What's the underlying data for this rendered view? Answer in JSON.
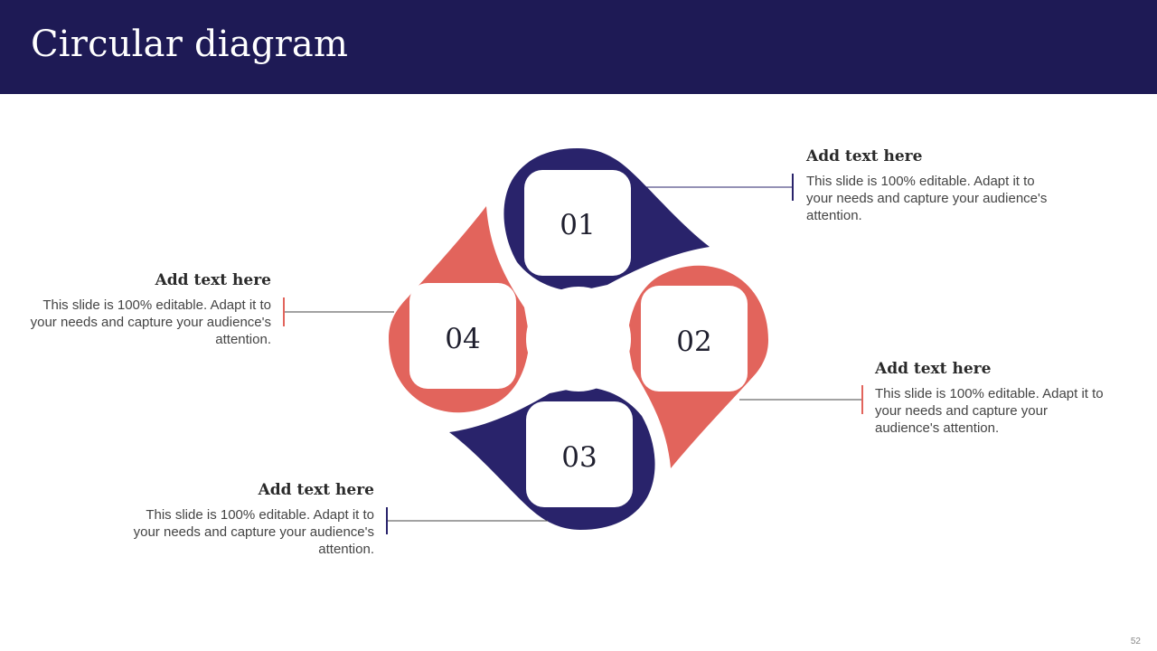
{
  "title": "Circular diagram",
  "page_number": "52",
  "colors": {
    "header": "#1e1a55",
    "navy": "#29236b",
    "coral": "#e2645c"
  },
  "segments": [
    {
      "number": "01",
      "heading": "Add text here",
      "description": "This slide is 100% editable. Adapt it to your needs and capture your audience's attention."
    },
    {
      "number": "02",
      "heading": "Add text here",
      "description": "This slide is 100% editable. Adapt it to your needs and capture your audience's attention."
    },
    {
      "number": "03",
      "heading": "Add text here",
      "description": "This slide is 100% editable. Adapt it to your needs and capture your audience's attention."
    },
    {
      "number": "04",
      "heading": "Add text here",
      "description": "This slide is 100% editable. Adapt it to your needs and capture your audience's attention."
    }
  ]
}
